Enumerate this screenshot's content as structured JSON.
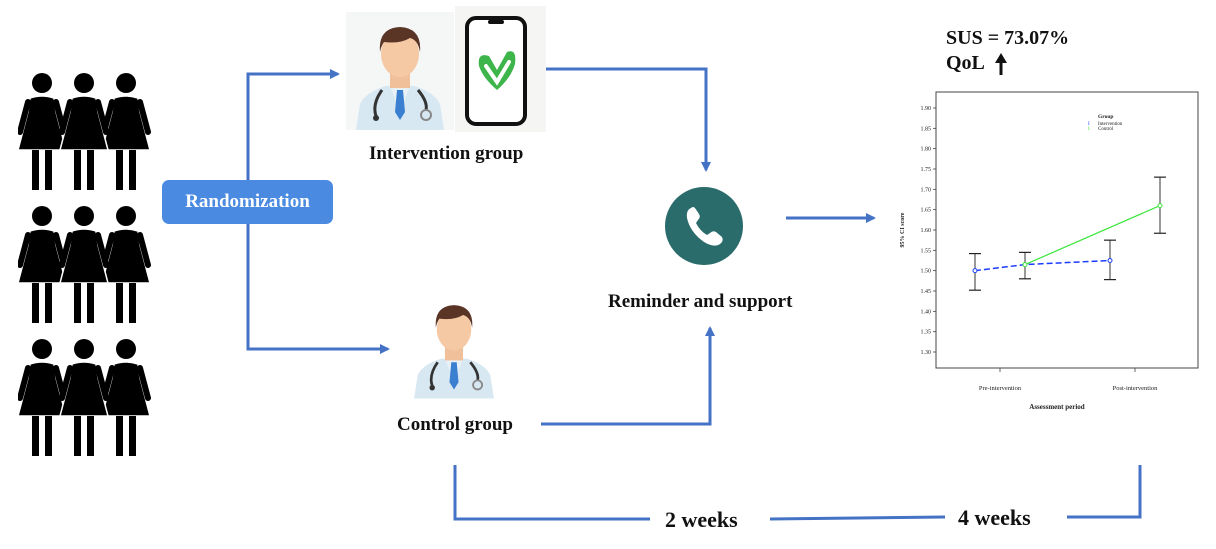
{
  "participants": {
    "rows": 3,
    "per_row": 3,
    "icon": "woman-figure-icon"
  },
  "randomization": {
    "label": "Randomization"
  },
  "intervention": {
    "label": "Intervention group",
    "icons": [
      "doctor-icon",
      "smartphone-app-icon"
    ]
  },
  "control": {
    "label": "Control group",
    "icons": [
      "doctor-icon"
    ]
  },
  "reminder": {
    "label": "Reminder and support",
    "icon": "phone-call-icon"
  },
  "outcomes": {
    "sus": "SUS = 73.07%",
    "qol": "QoL",
    "qol_icon": "arrow-up-icon"
  },
  "timeline": {
    "first": "2 weeks",
    "second": "4 weeks"
  },
  "colors": {
    "arrow": "#4472c4",
    "button": "#4a8ae0",
    "phone": "#2a6b6b",
    "intervention_line": "#1a3cff",
    "control_line": "#39e639"
  },
  "chart_data": {
    "type": "line",
    "title": "",
    "xlabel": "Assessment period",
    "ylabel": "95% CI score",
    "categories": [
      "Pre-intervention",
      "Post-intervention"
    ],
    "ylim": [
      1.28,
      1.92
    ],
    "yticks": [
      "1.30",
      "1.35",
      "1.40",
      "1.45",
      "1.50",
      "1.55",
      "1.60",
      "1.65",
      "1.70",
      "1.75",
      "1.80",
      "1.85",
      "1.90"
    ],
    "legend": {
      "title": "Group",
      "placement": "top-right"
    },
    "series": [
      {
        "name": "Intervention",
        "values": [
          1.5,
          1.525
        ],
        "ci_low": [
          1.452,
          1.478
        ],
        "ci_high": [
          1.542,
          1.575
        ],
        "style": "dashed"
      },
      {
        "name": "Control",
        "values": [
          1.515,
          1.66
        ],
        "ci_low": [
          1.48,
          1.592
        ],
        "ci_high": [
          1.545,
          1.73
        ],
        "style": "solid"
      }
    ]
  }
}
